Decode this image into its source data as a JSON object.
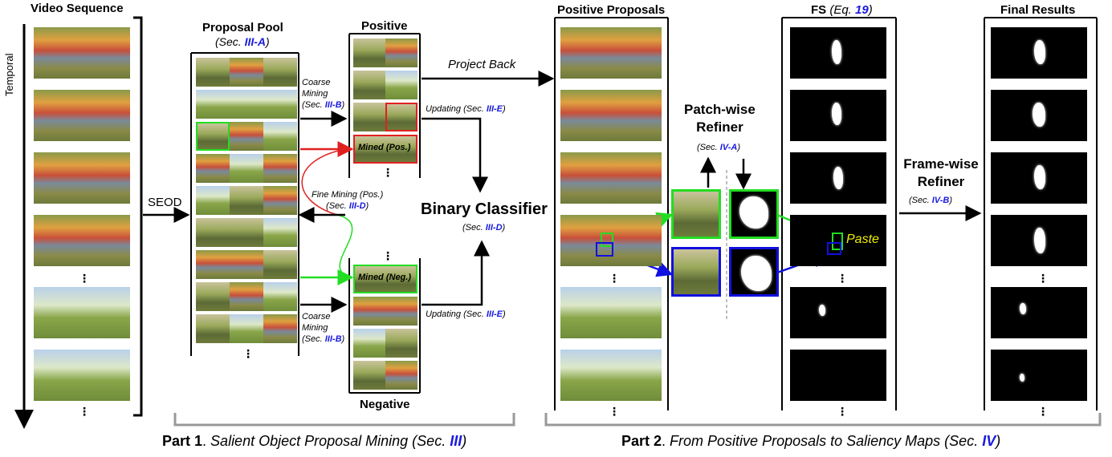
{
  "video": {
    "title": "Video Sequence",
    "axis_label": "Temporal",
    "dots": "⋮"
  },
  "seod_label": "SEOD",
  "pool": {
    "title": "Proposal Pool",
    "sec_prefix": "(Sec. ",
    "sec_ref": "III-A",
    "sec_suffix": ")",
    "dots": "⋮"
  },
  "positive": {
    "title": "Positive",
    "mined_label": "Mined (Pos.)",
    "dots": "⋮"
  },
  "negative": {
    "title": "Negative",
    "mined_label": "Mined (Neg.)",
    "dots": "⋮"
  },
  "coarse_top": {
    "line1": "Coarse",
    "line2": "Mining",
    "sec_prefix": "(Sec. ",
    "sec_ref": "III-B",
    "sec_suffix": ")"
  },
  "coarse_bottom": {
    "line1": "Coarse",
    "line2": "Mining",
    "sec_prefix": "(Sec. ",
    "sec_ref": "III-B",
    "sec_suffix": ")"
  },
  "updating_top": {
    "prefix": "Updating (Sec. ",
    "sec_ref": "III-E",
    "suffix": ")"
  },
  "updating_bottom": {
    "prefix": "Updating (Sec. ",
    "sec_ref": "III-E",
    "suffix": ")"
  },
  "fine_mining": {
    "line1": "Fine Mining (Pos.)",
    "sec_prefix": "(Sec. ",
    "sec_ref": "III-D",
    "sec_suffix": ")"
  },
  "classifier": {
    "title": "Binary Classifier",
    "sec_prefix": "(Sec. ",
    "sec_ref": "III-D",
    "sec_suffix": ")"
  },
  "project_back": "Project Back",
  "positive_proposals": {
    "title": "Positive Proposals",
    "dots": "⋮"
  },
  "patch_refiner": {
    "line1": "Patch-wise",
    "line2": "Refiner",
    "sec_prefix": "(Sec. ",
    "sec_ref": "IV-A",
    "sec_suffix": ")"
  },
  "paste_label": "Paste",
  "fs": {
    "title": "FS",
    "eq_prefix": "(Eq. ",
    "eq_ref": "19",
    "eq_suffix": ")",
    "dots": "⋮"
  },
  "frame_refiner": {
    "line1": "Frame-wise",
    "line2": "Refiner",
    "sec_prefix": "(Sec. ",
    "sec_ref": "IV-B",
    "sec_suffix": ")"
  },
  "final_results": {
    "title": "Final Results",
    "dots": "⋮"
  },
  "part1": {
    "label": "Part 1",
    "sep": ". ",
    "text": "Salient Object Proposal Mining (Sec. ",
    "sec_ref": "III",
    "suffix": ")"
  },
  "part2": {
    "label": "Part 2",
    "sep": ". ",
    "text": "From Positive Proposals to Saliency Maps (Sec. ",
    "sec_ref": "IV",
    "suffix": ")"
  },
  "colors": {
    "accent_blue": "#1a1adf",
    "pos_red": "#e02020",
    "neg_green": "#22dd22",
    "box_blue": "#1010e0",
    "bracket_gray": "#999999"
  }
}
